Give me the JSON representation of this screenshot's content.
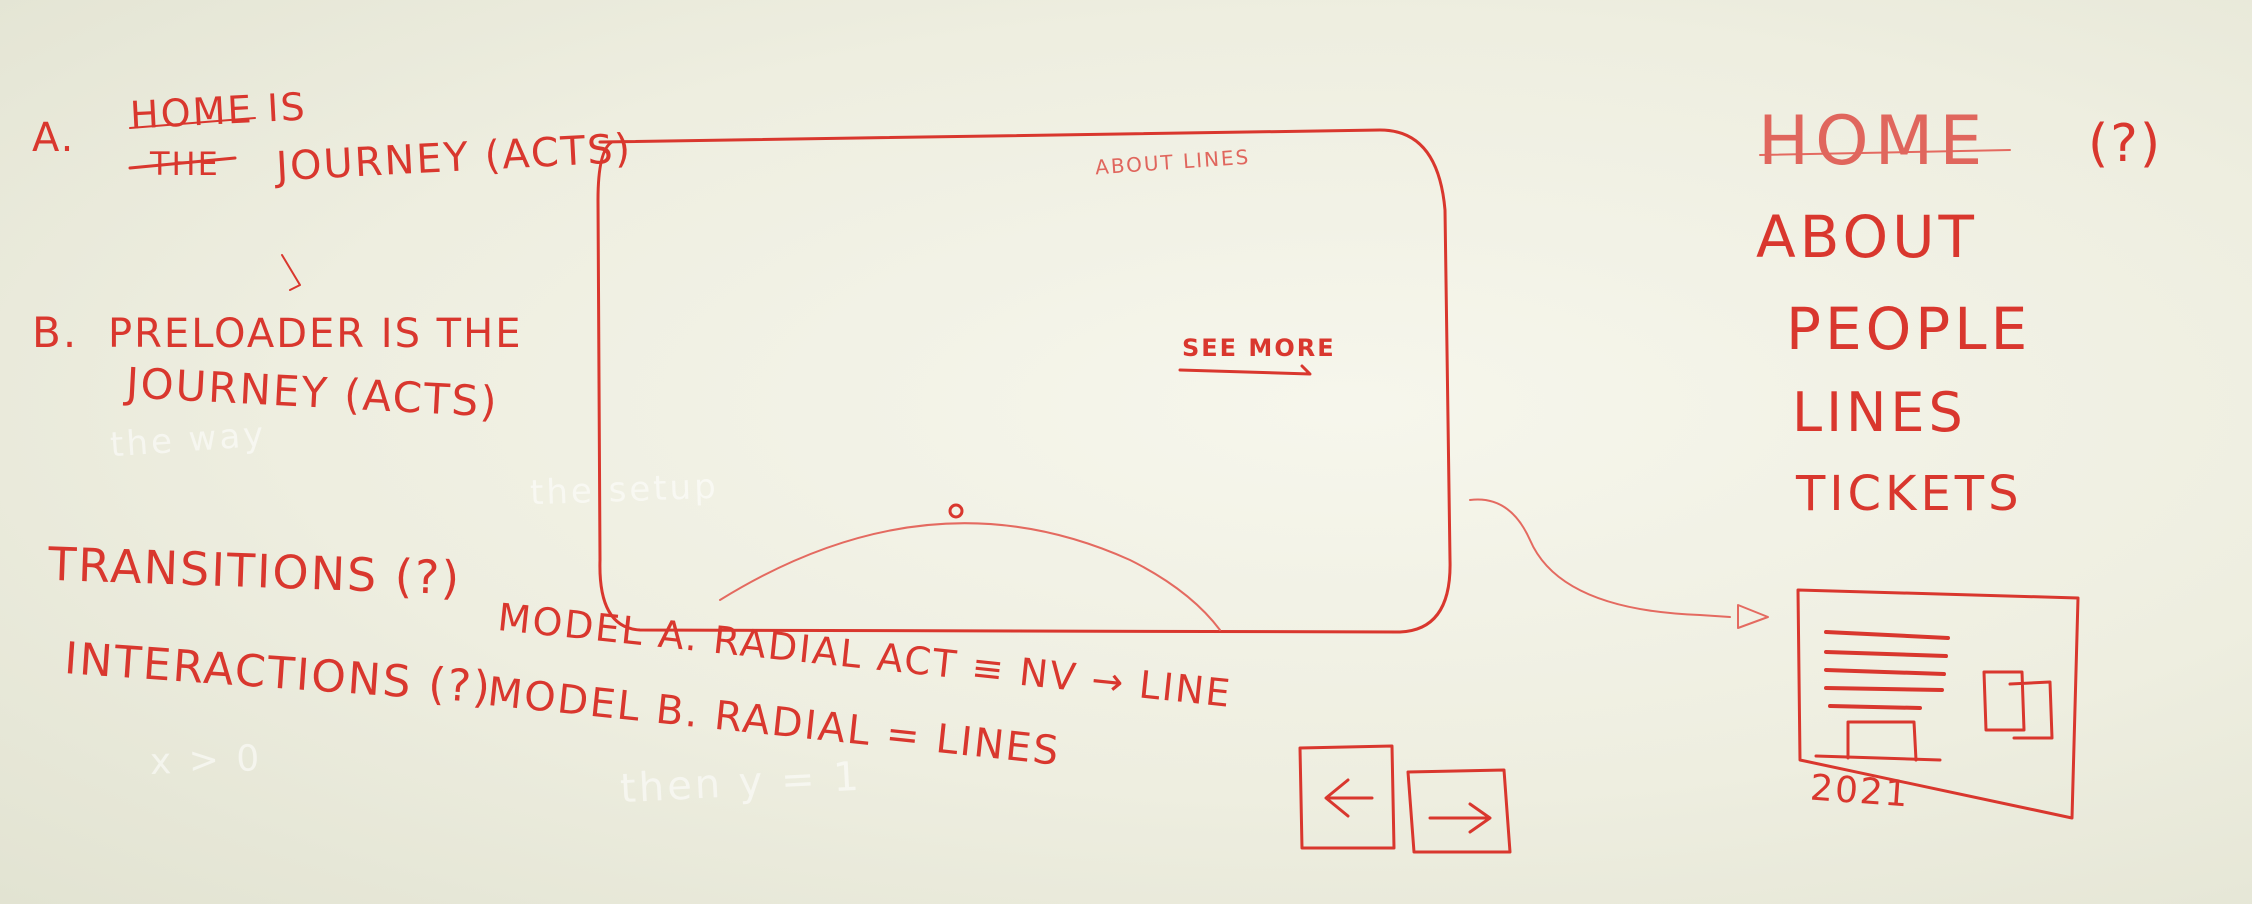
{
  "notes_left": {
    "a_marker": "A.",
    "a_line1": "HOME IS",
    "a_line2_struck": "THE",
    "a_line2": "JOURNEY (ACTS)",
    "b_marker": "B.",
    "b_line1": "PRELOADER IS THE",
    "b_line2": "JOURNEY (ACTS)"
  },
  "wireframe": {
    "about_lines_label": "ABOUT LINES",
    "see_more_label": "SEE MORE"
  },
  "nav_menu": {
    "items": [
      {
        "label": "HOME",
        "suffix": "(?)"
      },
      {
        "label": "ABOUT"
      },
      {
        "label": "PEOPLE"
      },
      {
        "label": "LINES"
      },
      {
        "label": "TICKETS"
      }
    ]
  },
  "page_sketch": {
    "year": "2021"
  },
  "arrows": {
    "prev": "←",
    "next": "→"
  },
  "bottom_notes": {
    "transitions": "TRANSITIONS (?)",
    "interactions": "INTERACTIONS (?)",
    "model_a": "MODEL A. RADIAL ACT ≡ NV → LINE",
    "model_b": "MODEL B. RADIAL = LINES"
  },
  "colors": {
    "ink": "#d9372e",
    "board": "#f2f2e6"
  }
}
